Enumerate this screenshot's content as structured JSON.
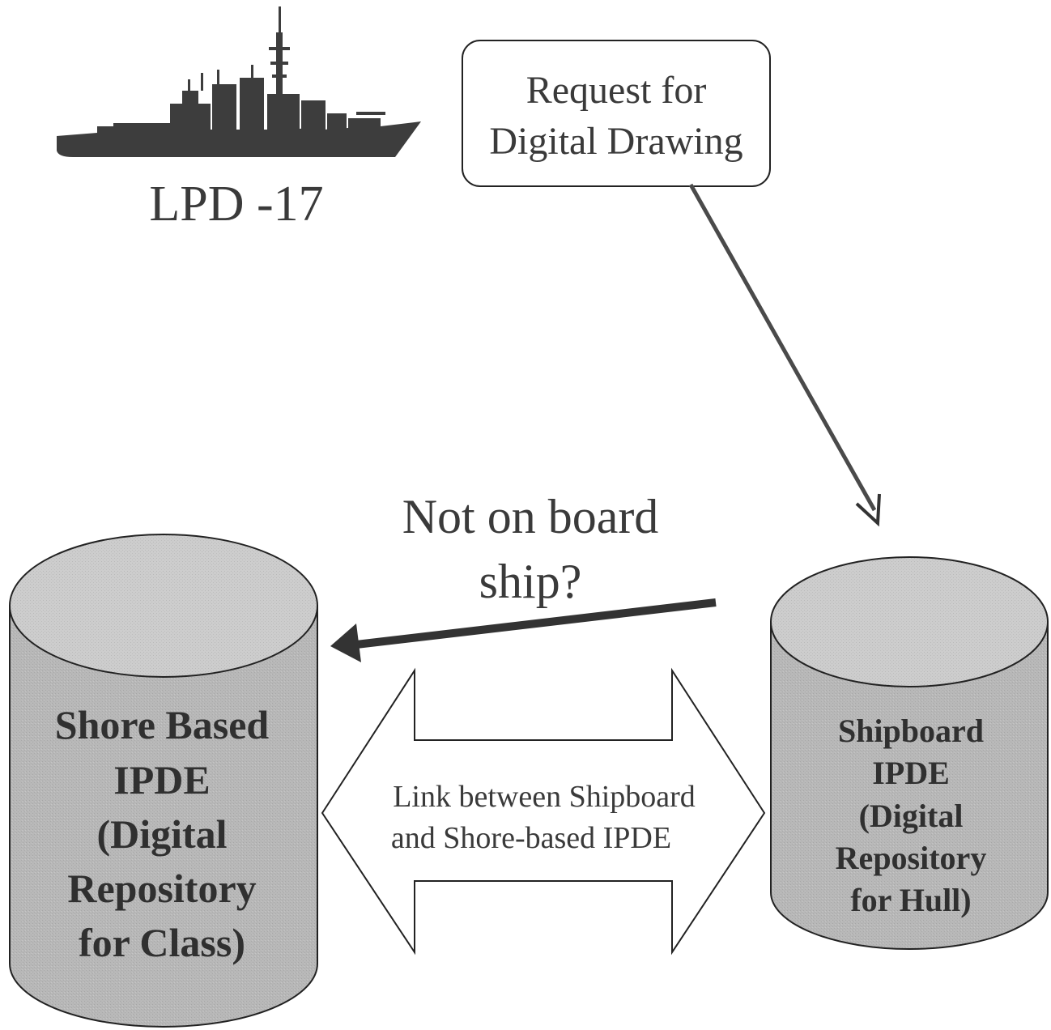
{
  "ship": {
    "icon": "ship-silhouette-icon",
    "label": "LPD -17"
  },
  "request_box": {
    "line1": "Request for",
    "line2": "Digital Drawing"
  },
  "not_on_board": {
    "line1": "Not on board",
    "line2": "ship?"
  },
  "shore_repository": {
    "lines": [
      "Shore Based",
      "IPDE",
      "(Digital",
      "Repository",
      "for Class)"
    ]
  },
  "shipboard_repository": {
    "lines": [
      "Shipboard",
      "IPDE",
      "(Digital",
      "Repository",
      "for Hull)"
    ]
  },
  "link": {
    "line1": "Link between Shipboard",
    "line2": "and Shore-based IPDE"
  },
  "colors": {
    "ink": "#111111",
    "text": "#3a3a3a",
    "cylinder_fill": "#b9b9b9",
    "cylinder_top": "#cfcfcf",
    "ship_fill": "#3d3d3d",
    "arrow_fill": "#4a4a4a"
  }
}
